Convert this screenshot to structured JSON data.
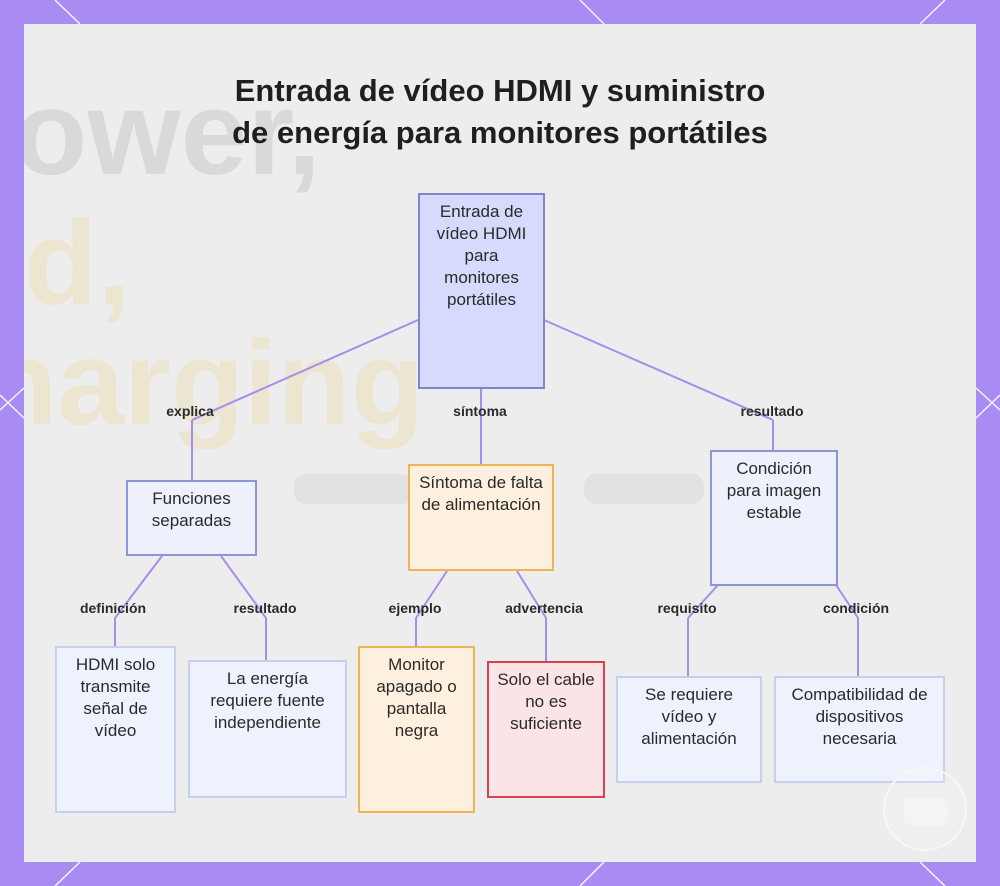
{
  "title": {
    "line1": "Entrada de vídeo HDMI y suministro",
    "line2": "de energía para monitores portátiles"
  },
  "background": {
    "ghost_word_1": "ower,",
    "ghost_word_2": "d,",
    "ghost_word_3": "harging"
  },
  "nodes": {
    "root": "Entrada de vídeo HDMI para monitores portátiles",
    "funciones": "Funciones separadas",
    "sintoma": "Síntoma de falta de alimentación",
    "condicion": "Condición para imagen estable",
    "hdmi": "HDMI solo transmite señal de vídeo",
    "energia": "La energía requiere fuente independiente",
    "monitor": "Monitor apagado o pantalla negra",
    "cable": "Solo el cable no es suficiente",
    "requiere": "Se requiere vídeo y alimentación",
    "compat": "Compatibilidad de dispositivos necesaria"
  },
  "edge_labels": {
    "explica": "explica",
    "sintoma": "síntoma",
    "resultado_top": "resultado",
    "definicion": "definición",
    "resultado_left": "resultado",
    "ejemplo": "ejemplo",
    "advertencia": "advertencia",
    "requisito": "requisito",
    "condicion": "condición"
  },
  "colors": {
    "frame": "#a88cf4",
    "edge": "#a98bec",
    "root_fill": "#d6dafc",
    "orange_border": "#f0b453",
    "red_border": "#d8414e"
  }
}
